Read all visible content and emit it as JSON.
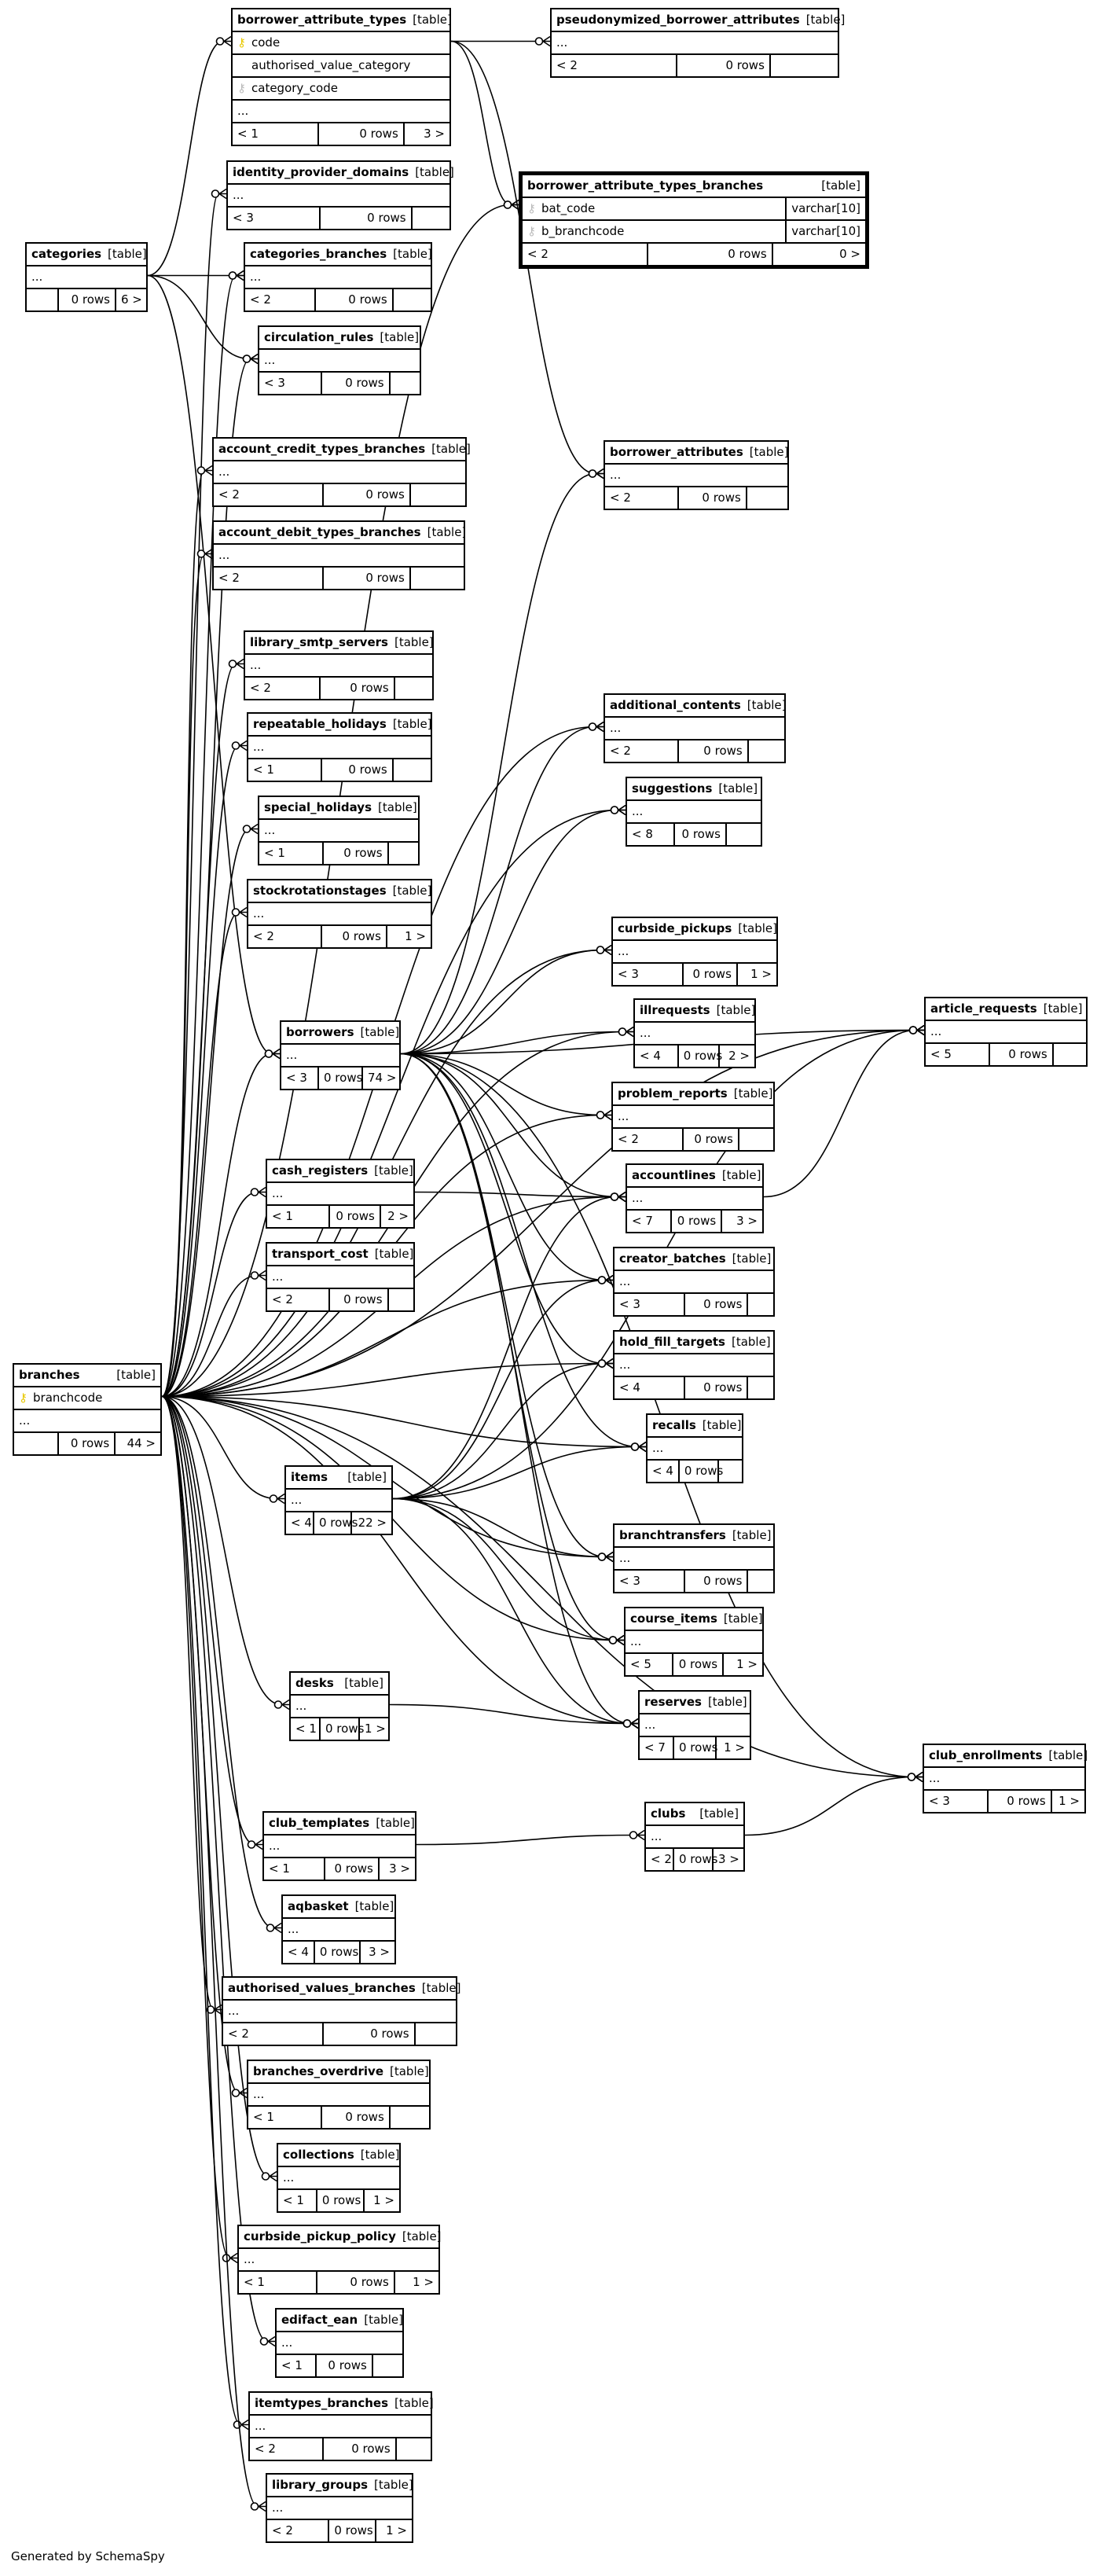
{
  "generator": "Generated by SchemaSpy",
  "tables": [
    {
      "id": "borrower_attribute_types",
      "name": "borrower_attribute_types",
      "kind": "[table]",
      "columns": [
        {
          "name": "code",
          "key": "pk"
        },
        {
          "name": "authorised_value_category",
          "key": ""
        },
        {
          "name": "category_code",
          "key": "fk"
        }
      ],
      "ellipsis": "...",
      "footer": [
        "< 1",
        "0 rows",
        "3 >"
      ]
    },
    {
      "id": "pseudonymized_borrower_attributes",
      "name": "pseudonymized_borrower_attributes",
      "kind": "[table]",
      "columns": [],
      "ellipsis": "...",
      "footer": [
        "< 2",
        "0 rows",
        ""
      ]
    },
    {
      "id": "borrower_attribute_types_branches",
      "name": "borrower_attribute_types_branches",
      "kind": "[table]",
      "focus": true,
      "columns": [
        {
          "name": "bat_code",
          "key": "fk",
          "type": "varchar[10]"
        },
        {
          "name": "b_branchcode",
          "key": "fk",
          "type": "varchar[10]"
        }
      ],
      "ellipsis": "",
      "footer": [
        "< 2",
        "0 rows",
        "0 >"
      ]
    },
    {
      "id": "identity_provider_domains",
      "name": "identity_provider_domains",
      "kind": "[table]",
      "columns": [],
      "ellipsis": "...",
      "footer": [
        "< 3",
        "0 rows",
        ""
      ]
    },
    {
      "id": "categories",
      "name": "categories",
      "kind": "[table]",
      "columns": [],
      "ellipsis": "...",
      "footer": [
        "",
        "0 rows",
        "6 >"
      ]
    },
    {
      "id": "categories_branches",
      "name": "categories_branches",
      "kind": "[table]",
      "columns": [],
      "ellipsis": "...",
      "footer": [
        "< 2",
        "0 rows",
        ""
      ]
    },
    {
      "id": "circulation_rules",
      "name": "circulation_rules",
      "kind": "[table]",
      "columns": [],
      "ellipsis": "...",
      "footer": [
        "< 3",
        "0 rows",
        ""
      ]
    },
    {
      "id": "account_credit_types_branches",
      "name": "account_credit_types_branches",
      "kind": "[table]",
      "columns": [],
      "ellipsis": "...",
      "footer": [
        "< 2",
        "0 rows",
        ""
      ]
    },
    {
      "id": "borrower_attributes",
      "name": "borrower_attributes",
      "kind": "[table]",
      "columns": [],
      "ellipsis": "...",
      "footer": [
        "< 2",
        "0 rows",
        ""
      ]
    },
    {
      "id": "account_debit_types_branches",
      "name": "account_debit_types_branches",
      "kind": "[table]",
      "columns": [],
      "ellipsis": "...",
      "footer": [
        "< 2",
        "0 rows",
        ""
      ]
    },
    {
      "id": "library_smtp_servers",
      "name": "library_smtp_servers",
      "kind": "[table]",
      "columns": [],
      "ellipsis": "...",
      "footer": [
        "< 2",
        "0 rows",
        ""
      ]
    },
    {
      "id": "additional_contents",
      "name": "additional_contents",
      "kind": "[table]",
      "columns": [],
      "ellipsis": "...",
      "footer": [
        "< 2",
        "0 rows",
        ""
      ]
    },
    {
      "id": "repeatable_holidays",
      "name": "repeatable_holidays",
      "kind": "[table]",
      "columns": [],
      "ellipsis": "...",
      "footer": [
        "< 1",
        "0 rows",
        ""
      ]
    },
    {
      "id": "suggestions",
      "name": "suggestions",
      "kind": "[table]",
      "columns": [],
      "ellipsis": "...",
      "footer": [
        "< 8",
        "0 rows",
        ""
      ]
    },
    {
      "id": "special_holidays",
      "name": "special_holidays",
      "kind": "[table]",
      "columns": [],
      "ellipsis": "...",
      "footer": [
        "< 1",
        "0 rows",
        ""
      ]
    },
    {
      "id": "stockrotationstages",
      "name": "stockrotationstages",
      "kind": "[table]",
      "columns": [],
      "ellipsis": "...",
      "footer": [
        "< 2",
        "0 rows",
        "1 >"
      ]
    },
    {
      "id": "curbside_pickups",
      "name": "curbside_pickups",
      "kind": "[table]",
      "columns": [],
      "ellipsis": "...",
      "footer": [
        "< 3",
        "0 rows",
        "1 >"
      ]
    },
    {
      "id": "illrequests",
      "name": "illrequests",
      "kind": "[table]",
      "columns": [],
      "ellipsis": "...",
      "footer": [
        "< 4",
        "0 rows",
        "2 >"
      ]
    },
    {
      "id": "article_requests",
      "name": "article_requests",
      "kind": "[table]",
      "columns": [],
      "ellipsis": "...",
      "footer": [
        "< 5",
        "0 rows",
        ""
      ]
    },
    {
      "id": "borrowers",
      "name": "borrowers",
      "kind": "[table]",
      "columns": [],
      "ellipsis": "...",
      "footer": [
        "< 3",
        "0 rows",
        "74 >"
      ]
    },
    {
      "id": "problem_reports",
      "name": "problem_reports",
      "kind": "[table]",
      "columns": [],
      "ellipsis": "...",
      "footer": [
        "< 2",
        "0 rows",
        ""
      ]
    },
    {
      "id": "cash_registers",
      "name": "cash_registers",
      "kind": "[table]",
      "columns": [],
      "ellipsis": "...",
      "footer": [
        "< 1",
        "0 rows",
        "2 >"
      ]
    },
    {
      "id": "accountlines",
      "name": "accountlines",
      "kind": "[table]",
      "columns": [],
      "ellipsis": "...",
      "footer": [
        "< 7",
        "0 rows",
        "3 >"
      ]
    },
    {
      "id": "transport_cost",
      "name": "transport_cost",
      "kind": "[table]",
      "columns": [],
      "ellipsis": "...",
      "footer": [
        "< 2",
        "0 rows",
        ""
      ]
    },
    {
      "id": "creator_batches",
      "name": "creator_batches",
      "kind": "[table]",
      "columns": [],
      "ellipsis": "...",
      "footer": [
        "< 3",
        "0 rows",
        ""
      ]
    },
    {
      "id": "branches",
      "name": "branches",
      "kind": "[table]",
      "columns": [
        {
          "name": "branchcode",
          "key": "pk"
        }
      ],
      "ellipsis": "...",
      "footer": [
        "",
        "0 rows",
        "44 >"
      ]
    },
    {
      "id": "hold_fill_targets",
      "name": "hold_fill_targets",
      "kind": "[table]",
      "columns": [],
      "ellipsis": "...",
      "footer": [
        "< 4",
        "0 rows",
        ""
      ]
    },
    {
      "id": "recalls",
      "name": "recalls",
      "kind": "[table]",
      "columns": [],
      "ellipsis": "...",
      "footer": [
        "< 4",
        "0 rows",
        ""
      ]
    },
    {
      "id": "items",
      "name": "items",
      "kind": "[table]",
      "columns": [],
      "ellipsis": "...",
      "footer": [
        "< 4",
        "0 rows",
        "22 >"
      ]
    },
    {
      "id": "branchtransfers",
      "name": "branchtransfers",
      "kind": "[table]",
      "columns": [],
      "ellipsis": "...",
      "footer": [
        "< 3",
        "0 rows",
        ""
      ]
    },
    {
      "id": "course_items",
      "name": "course_items",
      "kind": "[table]",
      "columns": [],
      "ellipsis": "...",
      "footer": [
        "< 5",
        "0 rows",
        "1 >"
      ]
    },
    {
      "id": "desks",
      "name": "desks",
      "kind": "[table]",
      "columns": [],
      "ellipsis": "...",
      "footer": [
        "< 1",
        "0 rows",
        "1 >"
      ]
    },
    {
      "id": "reserves",
      "name": "reserves",
      "kind": "[table]",
      "columns": [],
      "ellipsis": "...",
      "footer": [
        "< 7",
        "0 rows",
        "1 >"
      ]
    },
    {
      "id": "club_enrollments",
      "name": "club_enrollments",
      "kind": "[table]",
      "columns": [],
      "ellipsis": "...",
      "footer": [
        "< 3",
        "0 rows",
        "1 >"
      ]
    },
    {
      "id": "clubs",
      "name": "clubs",
      "kind": "[table]",
      "columns": [],
      "ellipsis": "...",
      "footer": [
        "< 2",
        "0 rows",
        "3 >"
      ]
    },
    {
      "id": "club_templates",
      "name": "club_templates",
      "kind": "[table]",
      "columns": [],
      "ellipsis": "...",
      "footer": [
        "< 1",
        "0 rows",
        "3 >"
      ]
    },
    {
      "id": "aqbasket",
      "name": "aqbasket",
      "kind": "[table]",
      "columns": [],
      "ellipsis": "...",
      "footer": [
        "< 4",
        "0 rows",
        "3 >"
      ]
    },
    {
      "id": "authorised_values_branches",
      "name": "authorised_values_branches",
      "kind": "[table]",
      "columns": [],
      "ellipsis": "...",
      "footer": [
        "< 2",
        "0 rows",
        ""
      ]
    },
    {
      "id": "branches_overdrive",
      "name": "branches_overdrive",
      "kind": "[table]",
      "columns": [],
      "ellipsis": "...",
      "footer": [
        "< 1",
        "0 rows",
        ""
      ]
    },
    {
      "id": "collections",
      "name": "collections",
      "kind": "[table]",
      "columns": [],
      "ellipsis": "...",
      "footer": [
        "< 1",
        "0 rows",
        "1 >"
      ]
    },
    {
      "id": "curbside_pickup_policy",
      "name": "curbside_pickup_policy",
      "kind": "[table]",
      "columns": [],
      "ellipsis": "...",
      "footer": [
        "< 1",
        "0 rows",
        "1 >"
      ]
    },
    {
      "id": "edifact_ean",
      "name": "edifact_ean",
      "kind": "[table]",
      "columns": [],
      "ellipsis": "...",
      "footer": [
        "< 1",
        "0 rows",
        ""
      ]
    },
    {
      "id": "itemtypes_branches",
      "name": "itemtypes_branches",
      "kind": "[table]",
      "columns": [],
      "ellipsis": "...",
      "footer": [
        "< 2",
        "0 rows",
        ""
      ]
    },
    {
      "id": "library_groups",
      "name": "library_groups",
      "kind": "[table]",
      "columns": [],
      "ellipsis": "...",
      "footer": [
        "< 2",
        "0 rows",
        "1 >"
      ]
    }
  ],
  "relationships": [
    [
      "borrower_attribute_types",
      "pseudonymized_borrower_attributes"
    ],
    [
      "borrower_attribute_types",
      "borrower_attribute_types_branches"
    ],
    [
      "borrower_attribute_types",
      "borrower_attributes"
    ],
    [
      "categories",
      "borrower_attribute_types"
    ],
    [
      "categories",
      "categories_branches"
    ],
    [
      "categories",
      "circulation_rules"
    ],
    [
      "categories",
      "borrowers"
    ],
    [
      "branches",
      "borrower_attribute_types_branches"
    ],
    [
      "branches",
      "identity_provider_domains"
    ],
    [
      "branches",
      "categories_branches"
    ],
    [
      "branches",
      "circulation_rules"
    ],
    [
      "branches",
      "account_credit_types_branches"
    ],
    [
      "branches",
      "account_debit_types_branches"
    ],
    [
      "branches",
      "library_smtp_servers"
    ],
    [
      "branches",
      "repeatable_holidays"
    ],
    [
      "branches",
      "special_holidays"
    ],
    [
      "branches",
      "stockrotationstages"
    ],
    [
      "branches",
      "borrowers"
    ],
    [
      "branches",
      "cash_registers"
    ],
    [
      "branches",
      "transport_cost"
    ],
    [
      "branches",
      "items"
    ],
    [
      "branches",
      "desks"
    ],
    [
      "branches",
      "club_templates"
    ],
    [
      "branches",
      "aqbasket"
    ],
    [
      "branches",
      "authorised_values_branches"
    ],
    [
      "branches",
      "branches_overdrive"
    ],
    [
      "branches",
      "collections"
    ],
    [
      "branches",
      "curbside_pickup_policy"
    ],
    [
      "branches",
      "edifact_ean"
    ],
    [
      "branches",
      "itemtypes_branches"
    ],
    [
      "branches",
      "library_groups"
    ],
    [
      "branches",
      "additional_contents"
    ],
    [
      "branches",
      "suggestions"
    ],
    [
      "branches",
      "curbside_pickups"
    ],
    [
      "branches",
      "illrequests"
    ],
    [
      "branches",
      "article_requests"
    ],
    [
      "branches",
      "problem_reports"
    ],
    [
      "branches",
      "accountlines"
    ],
    [
      "branches",
      "creator_batches"
    ],
    [
      "branches",
      "hold_fill_targets"
    ],
    [
      "branches",
      "recalls"
    ],
    [
      "branches",
      "branchtransfers"
    ],
    [
      "branches",
      "course_items"
    ],
    [
      "branches",
      "reserves"
    ],
    [
      "branches",
      "club_enrollments"
    ],
    [
      "borrowers",
      "borrower_attributes"
    ],
    [
      "borrowers",
      "additional_contents"
    ],
    [
      "borrowers",
      "suggestions"
    ],
    [
      "borrowers",
      "curbside_pickups"
    ],
    [
      "borrowers",
      "illrequests"
    ],
    [
      "borrowers",
      "article_requests"
    ],
    [
      "borrowers",
      "problem_reports"
    ],
    [
      "borrowers",
      "accountlines"
    ],
    [
      "borrowers",
      "creator_batches"
    ],
    [
      "borrowers",
      "hold_fill_targets"
    ],
    [
      "borrowers",
      "recalls"
    ],
    [
      "borrowers",
      "branchtransfers"
    ],
    [
      "borrowers",
      "course_items"
    ],
    [
      "borrowers",
      "reserves"
    ],
    [
      "borrowers",
      "club_enrollments"
    ],
    [
      "cash_registers",
      "accountlines"
    ],
    [
      "accountlines",
      "article_requests"
    ],
    [
      "items",
      "article_requests"
    ],
    [
      "items",
      "accountlines"
    ],
    [
      "items",
      "creator_batches"
    ],
    [
      "items",
      "hold_fill_targets"
    ],
    [
      "items",
      "recalls"
    ],
    [
      "items",
      "branchtransfers"
    ],
    [
      "items",
      "course_items"
    ],
    [
      "items",
      "reserves"
    ],
    [
      "desks",
      "reserves"
    ],
    [
      "club_templates",
      "clubs"
    ],
    [
      "clubs",
      "club_enrollments"
    ]
  ]
}
